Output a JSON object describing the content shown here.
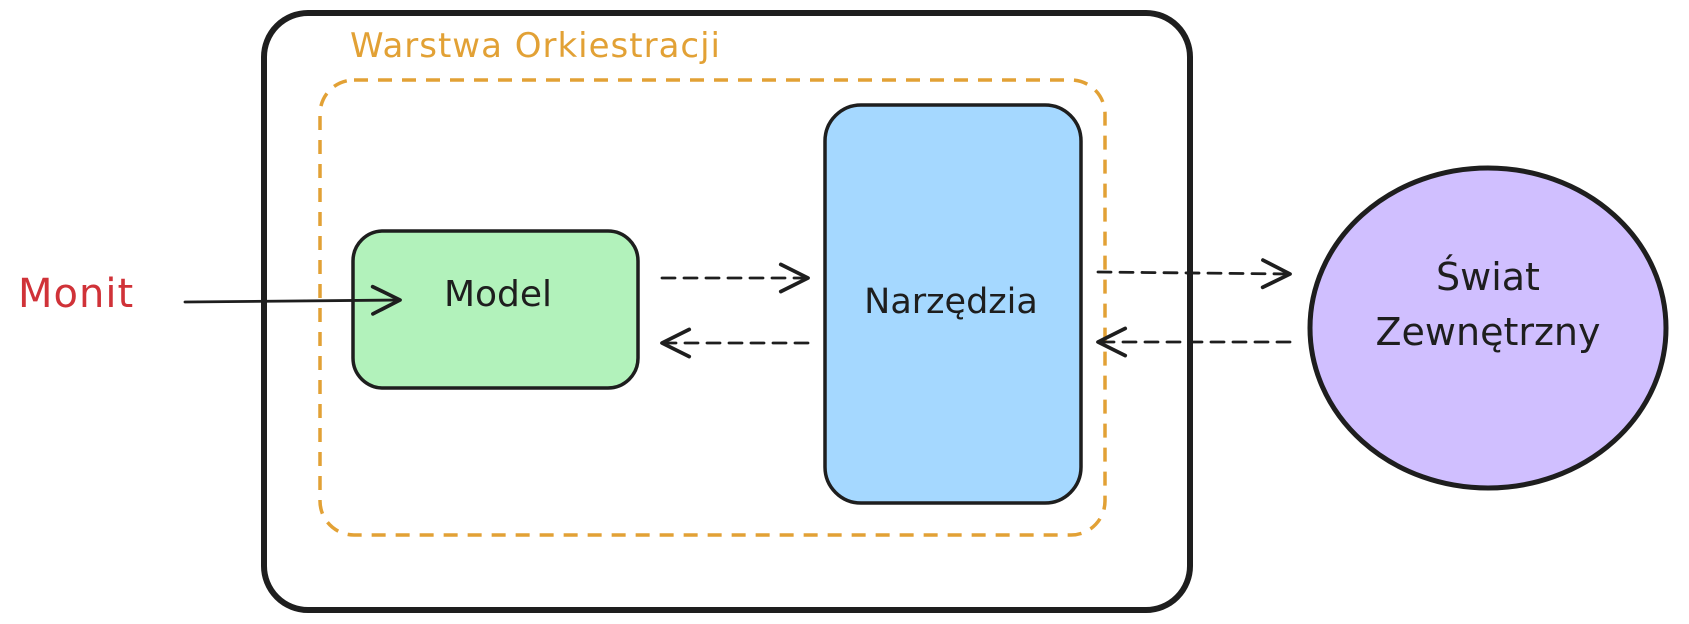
{
  "diagram": {
    "input_label": "Monit",
    "layer_label": "Warstwa Orkiestracji",
    "model_label": "Model",
    "tools_label": "Narzędzia",
    "world_label_line1": "Świat",
    "world_label_line2": "Zewnętrzny"
  },
  "colors": {
    "ink": "#1e1e1e",
    "input_text": "#d03238",
    "layer": "#e2a135",
    "model_fill": "#b2f2bb",
    "tools_fill": "#a5d8ff",
    "world_fill": "#d0bfff",
    "outer_fill": "#ffffff"
  }
}
